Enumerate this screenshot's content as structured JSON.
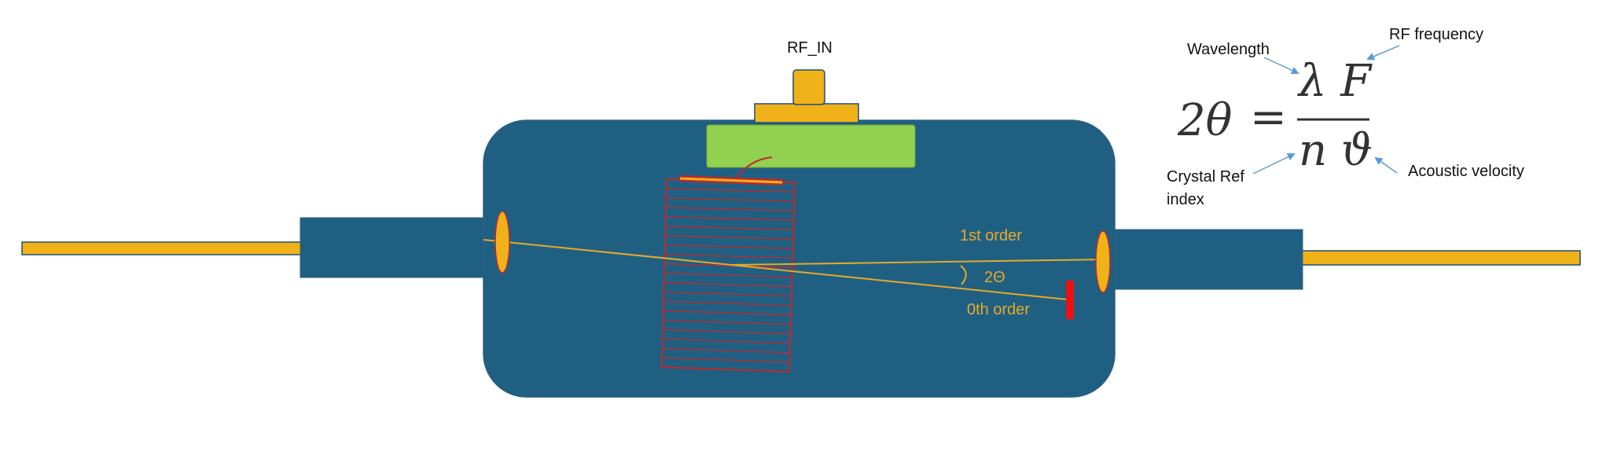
{
  "diagram": {
    "rf_label": "RF_IN",
    "first_order_label": "1st order",
    "zeroth_order_label": "0th order",
    "angle_label": "2Θ",
    "equation": {
      "lhs": "2θ",
      "equals": "=",
      "numerator": "λ F",
      "denominator": "n ϑ"
    },
    "annotations": {
      "wavelength": "Wavelength",
      "rf_frequency": "RF frequency",
      "crystal_ref_line1": "Crystal Ref",
      "crystal_ref_line2": "index",
      "acoustic_velocity": "Acoustic velocity"
    },
    "colors": {
      "body": "#1f6082",
      "fiber": "#f0b219",
      "transducer": "#92d050",
      "grating": "#c0282d",
      "beam": "#e8a92a",
      "beam_block": "#ee1111",
      "arrow": "#5b9bd5"
    }
  }
}
